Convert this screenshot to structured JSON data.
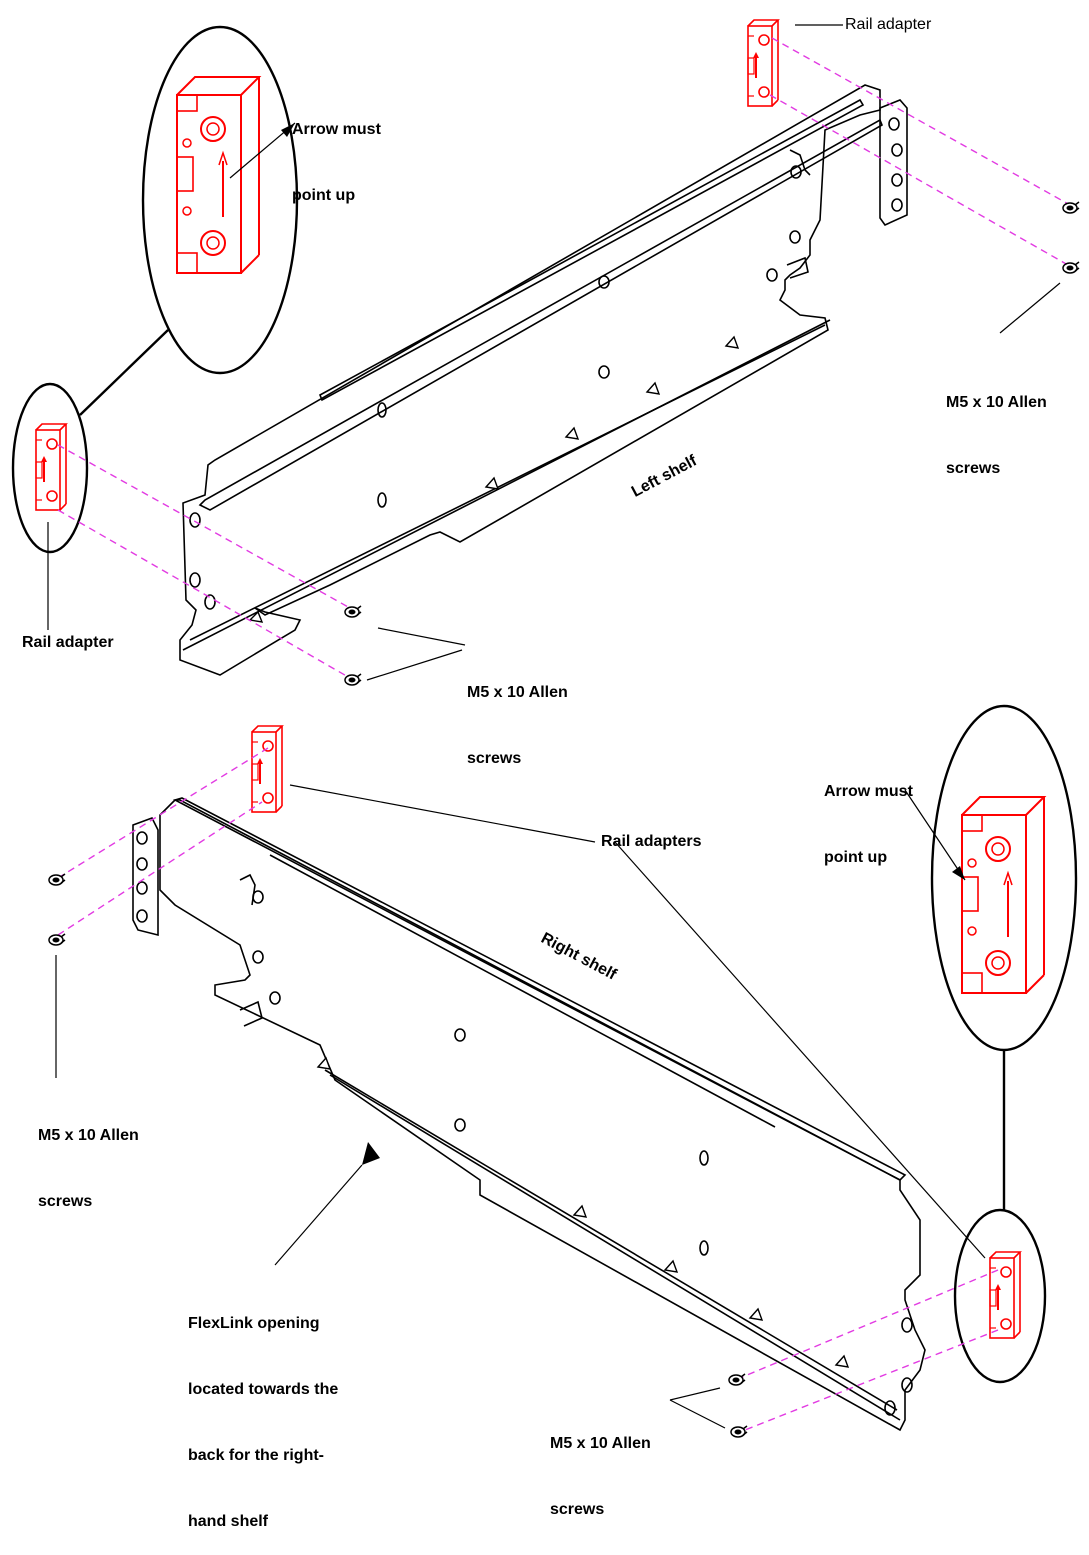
{
  "labels": {
    "top_rail_adapter": "Rail adapter",
    "top_arrow_note": [
      "Arrow must",
      "point up"
    ],
    "top_right_screws": [
      "M5 x 10 Allen",
      "screws"
    ],
    "left_shelf": "Left shelf",
    "left_rail_adapter": "Rail adapter",
    "left_bottom_screws": [
      "M5 x 10 Allen",
      "screws"
    ],
    "bottom_arrow_note": [
      "Arrow must",
      "point up"
    ],
    "rail_adapters": "Rail adapters",
    "right_shelf": "Right shelf",
    "left_screws_lower": [
      "M5 x 10 Allen",
      "screws"
    ],
    "flexlink_note": [
      "FlexLink opening",
      "located towards the",
      "back for the right-",
      "hand shelf"
    ],
    "bottom_screws": [
      "M5 x 10 Allen",
      "screws"
    ]
  },
  "colors": {
    "adapter": "#ff0000",
    "guide": "#e23be2",
    "line": "#000000"
  }
}
